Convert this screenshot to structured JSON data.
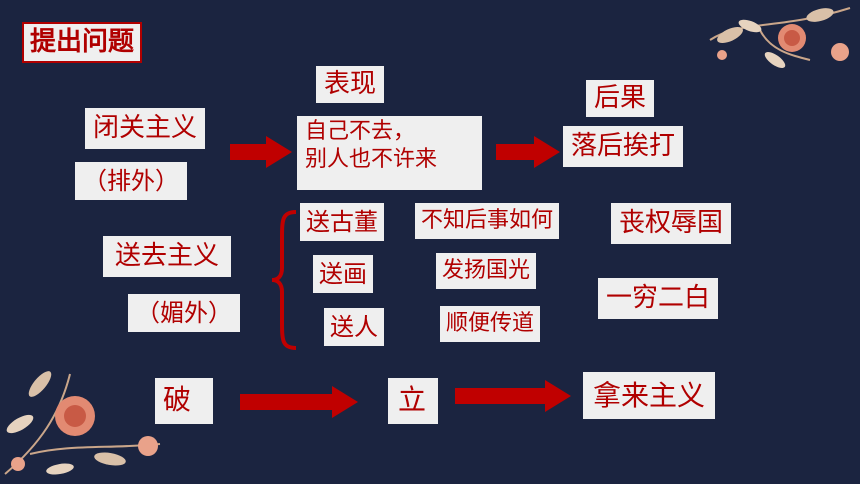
{
  "title": "提出问题",
  "expression": {
    "label": "表现",
    "line1": "自己不去，",
    "line2": "别人也不许来"
  },
  "consequence": {
    "label": "后果",
    "value": "落后挨打"
  },
  "closed_door": {
    "name": "闭关主义",
    "aside": "（排外）"
  },
  "giving_away": {
    "name": "送去主义",
    "aside": "（媚外）",
    "items": [
      "送古董",
      "送画",
      "送人"
    ],
    "effects": [
      "不知后事如何",
      "发扬国光",
      "顺便传道"
    ],
    "results": [
      "丧权辱国",
      "一穷二白"
    ]
  },
  "bottom": {
    "break": "破",
    "build": "立",
    "result": "拿来主义"
  },
  "colors": {
    "background": "#1b2440",
    "box": "#efefef",
    "text": "#b00000",
    "arrow": "#c00000"
  }
}
